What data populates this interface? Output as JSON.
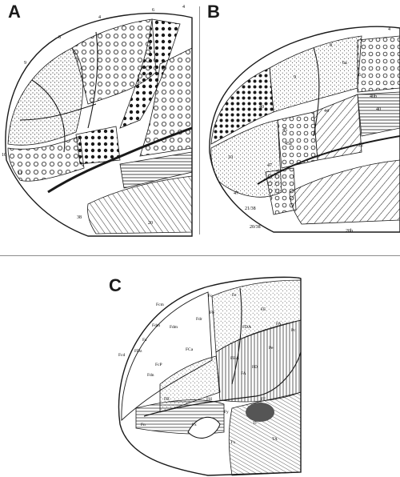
{
  "panels": {
    "a": {
      "label": "A",
      "area_labels": [
        "4",
        "6",
        "8",
        "9",
        "10",
        "11",
        "38",
        "20",
        "4"
      ]
    },
    "b": {
      "label": "B",
      "area_labels": [
        "4",
        "8",
        "9",
        "6a",
        "40",
        "6",
        "44",
        "45",
        "45a",
        "47",
        "10",
        "22",
        "21/38",
        "20/38",
        "20b",
        "47",
        "40b",
        "40"
      ]
    },
    "c": {
      "label": "C",
      "area_labels": [
        "Fc",
        "Fcm",
        "Fdm",
        "Fe",
        "Fcd",
        "FDA",
        "Fb",
        "FE",
        "Fdm",
        "Fdr",
        "Fa",
        "FA",
        "Pc",
        "FDz",
        "FCa",
        "FcP",
        "Fdn",
        "FBA",
        "Pe",
        "FD",
        "FA",
        "FB",
        "Fy",
        "FH",
        "Fn",
        "Fx",
        "Tx",
        "FF",
        "Ti",
        "TA"
      ]
    }
  },
  "colors": {
    "ink": "#1a1a1a",
    "divider": "#8c8c8c",
    "paper": "#ffffff"
  }
}
